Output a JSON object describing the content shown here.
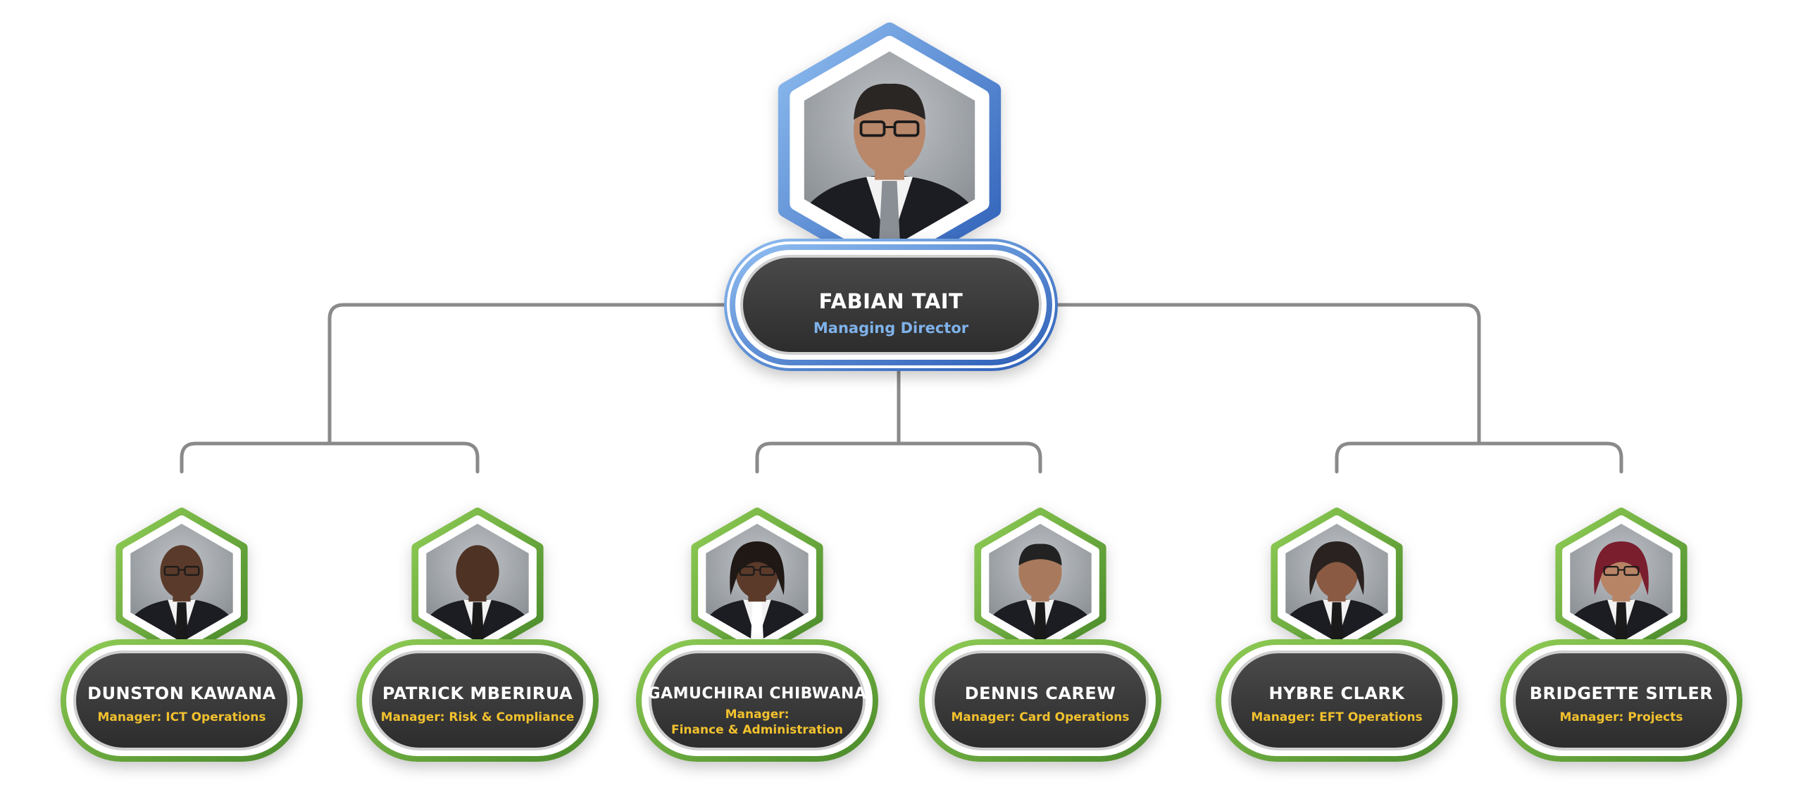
{
  "colors": {
    "connector": "#8a8a8a",
    "director_accent": "#4a7fd0",
    "director_role": "#7fb2ea",
    "manager_accent": "#6cb040",
    "manager_role": "#f2c12e",
    "card_fill": "#3a3a3a",
    "photo_bg": "#8e9398"
  },
  "director": {
    "name": "FABIAN TAIT",
    "role": "Managing Director",
    "photo": "portrait-photo"
  },
  "managers": [
    {
      "name": "DUNSTON KAWANA",
      "role_lines": [
        "Manager: ICT Operations"
      ]
    },
    {
      "name": "PATRICK MBERIRUA",
      "role_lines": [
        "Manager: Risk & Compliance"
      ]
    },
    {
      "name": "GAMUCHIRAI CHIBWANA",
      "role_lines": [
        "Manager:",
        "Finance & Administration"
      ]
    },
    {
      "name": "DENNIS CAREW",
      "role_lines": [
        "Manager: Card Operations"
      ]
    },
    {
      "name": "HYBRE CLARK",
      "role_lines": [
        "Manager: EFT Operations"
      ]
    },
    {
      "name": "BRIDGETTE SITLER",
      "role_lines": [
        "Manager: Projects"
      ]
    }
  ]
}
